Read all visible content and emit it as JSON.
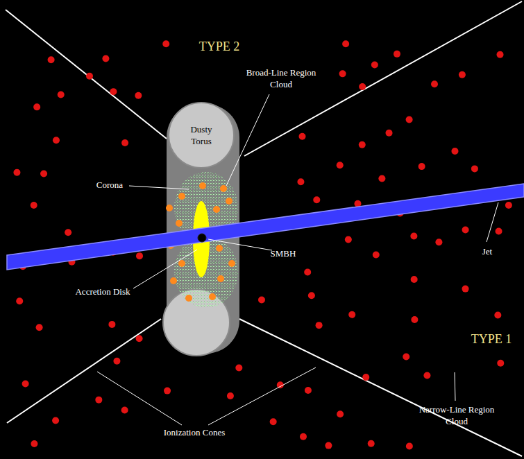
{
  "diagram": {
    "nodes": [
      {
        "text": [
          "Dusty Torus"
        ]
      }
    ],
    "labels": [
      "TYPE 2",
      "Broad-Line Region Cloud",
      "Corona",
      "Jet",
      "SMBH",
      "Accretion Disk",
      "TYPE 1",
      "Narrow-Line Region Cloud",
      "Ionization Cones"
    ]
  }
}
